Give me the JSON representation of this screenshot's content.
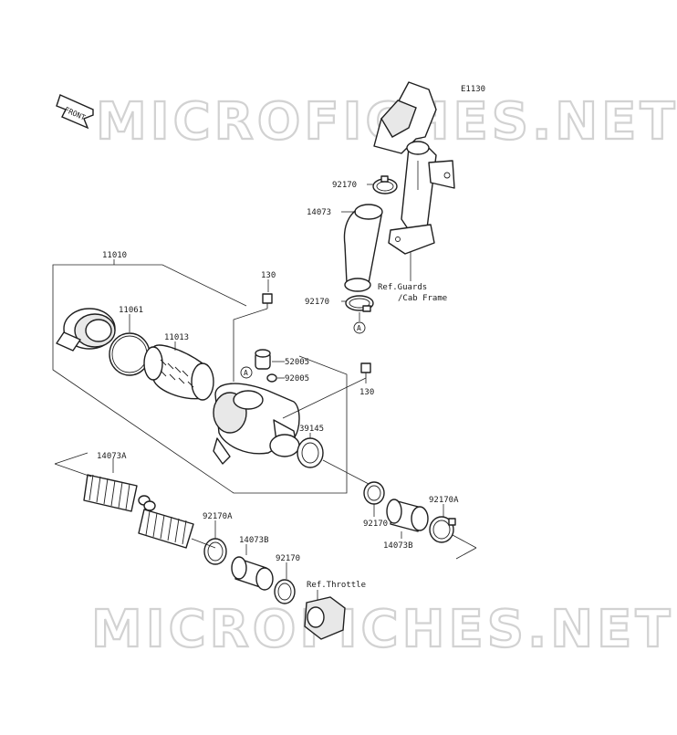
{
  "diagram": {
    "code": "E1130",
    "front_marker": "FRONT",
    "watermarks": [
      "MICROFICHES.NET",
      "MICROFICHES.NET"
    ],
    "callout_letter": "A",
    "labels": {
      "p11010": "11010",
      "p11061": "11061",
      "p11013": "11013",
      "p130_top": "130",
      "p130_right": "130",
      "p52005": "52005",
      "p92005": "92005",
      "p39145": "39145",
      "p92170_top": "92170",
      "p14073": "14073",
      "p92170_mid": "92170",
      "ref_guards_1": "Ref.Guards",
      "ref_guards_2": "/Cab Frame",
      "p14073A": "14073A",
      "p92170A_left": "92170A",
      "p14073B_left": "14073B",
      "p92170_low": "92170",
      "ref_throttle": "Ref.Throttle",
      "p92170_right": "92170",
      "p14073B_right": "14073B",
      "p92170A_right": "92170A"
    }
  }
}
